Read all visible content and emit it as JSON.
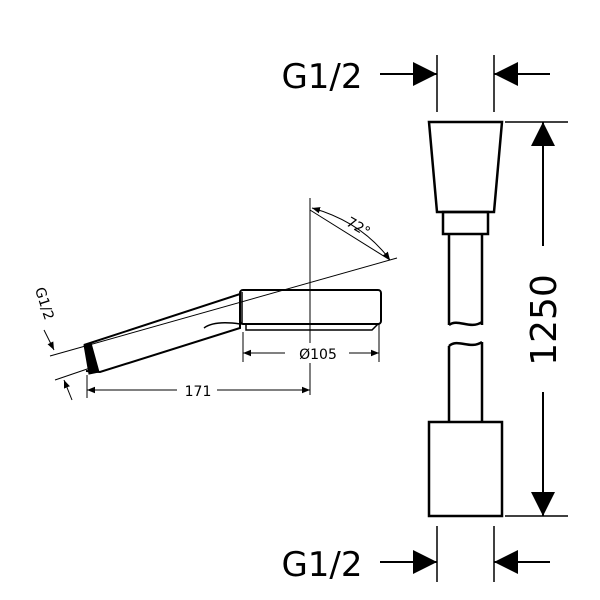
{
  "handshower": {
    "thread_label": "G1/2",
    "angle_label": "72°",
    "diameter_label": "Ø105",
    "length_label": "171"
  },
  "hose": {
    "top_thread_label": "G1/2",
    "bottom_thread_label": "G1/2",
    "length_label": "1250"
  },
  "colors": {
    "line": "#000000",
    "background": "#ffffff"
  }
}
